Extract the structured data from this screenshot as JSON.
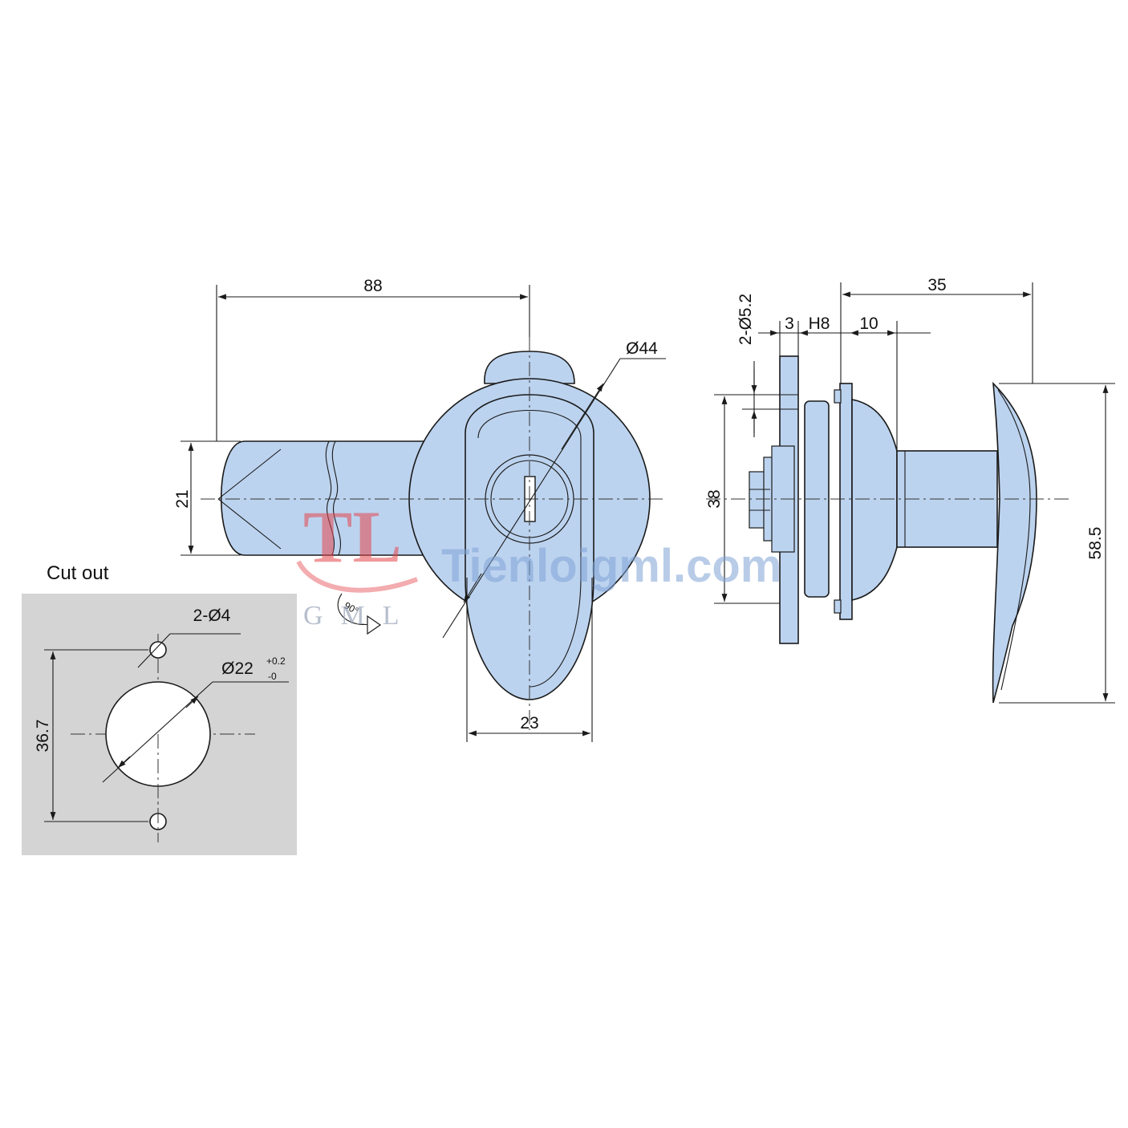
{
  "front_view": {
    "dims": {
      "length": "88",
      "diameter": "Ø44",
      "height": "21",
      "width": "23"
    },
    "rotation_label": "90°"
  },
  "side_view": {
    "dims": {
      "holes": "2-Ø5.2",
      "thickness": "3",
      "fit": "H8",
      "offset": "10",
      "depth": "35",
      "height": "38",
      "handle_height": "58.5"
    }
  },
  "cutout": {
    "title": "Cut out",
    "holes": "2-Ø4",
    "diameter": "Ø22",
    "tol_upper": "+0.2",
    "tol_lower": "-0",
    "spacing": "36.7"
  },
  "watermark": {
    "site": "Tienloigml.com",
    "logo": "TL",
    "brand": "GML"
  },
  "colors": {
    "part_fill": "#bcd3ef",
    "cutout_bg": "#d4d4d4",
    "outline": "#1a1a1a"
  }
}
